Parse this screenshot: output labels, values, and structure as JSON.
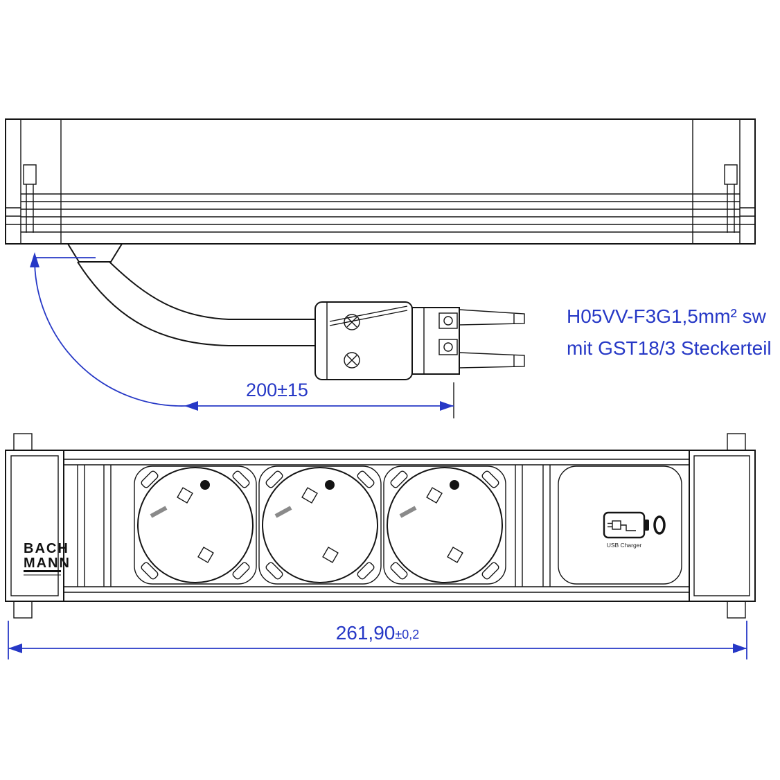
{
  "annotations": {
    "cable_spec_line1": "H05VV-F3G1,5mm² sw",
    "cable_spec_line2": "mit GST18/3 Steckerteil",
    "cable_length_dimension": "200±15",
    "total_width_value": "261,90",
    "total_width_tolerance": "±0,2"
  },
  "front_view": {
    "logo_line1": "BACH",
    "logo_line2": "MANN",
    "usb_caption": "USB Charger",
    "socket_count": 3
  },
  "colors": {
    "dimension_blue": "#2638c6",
    "line_black": "#141414"
  }
}
